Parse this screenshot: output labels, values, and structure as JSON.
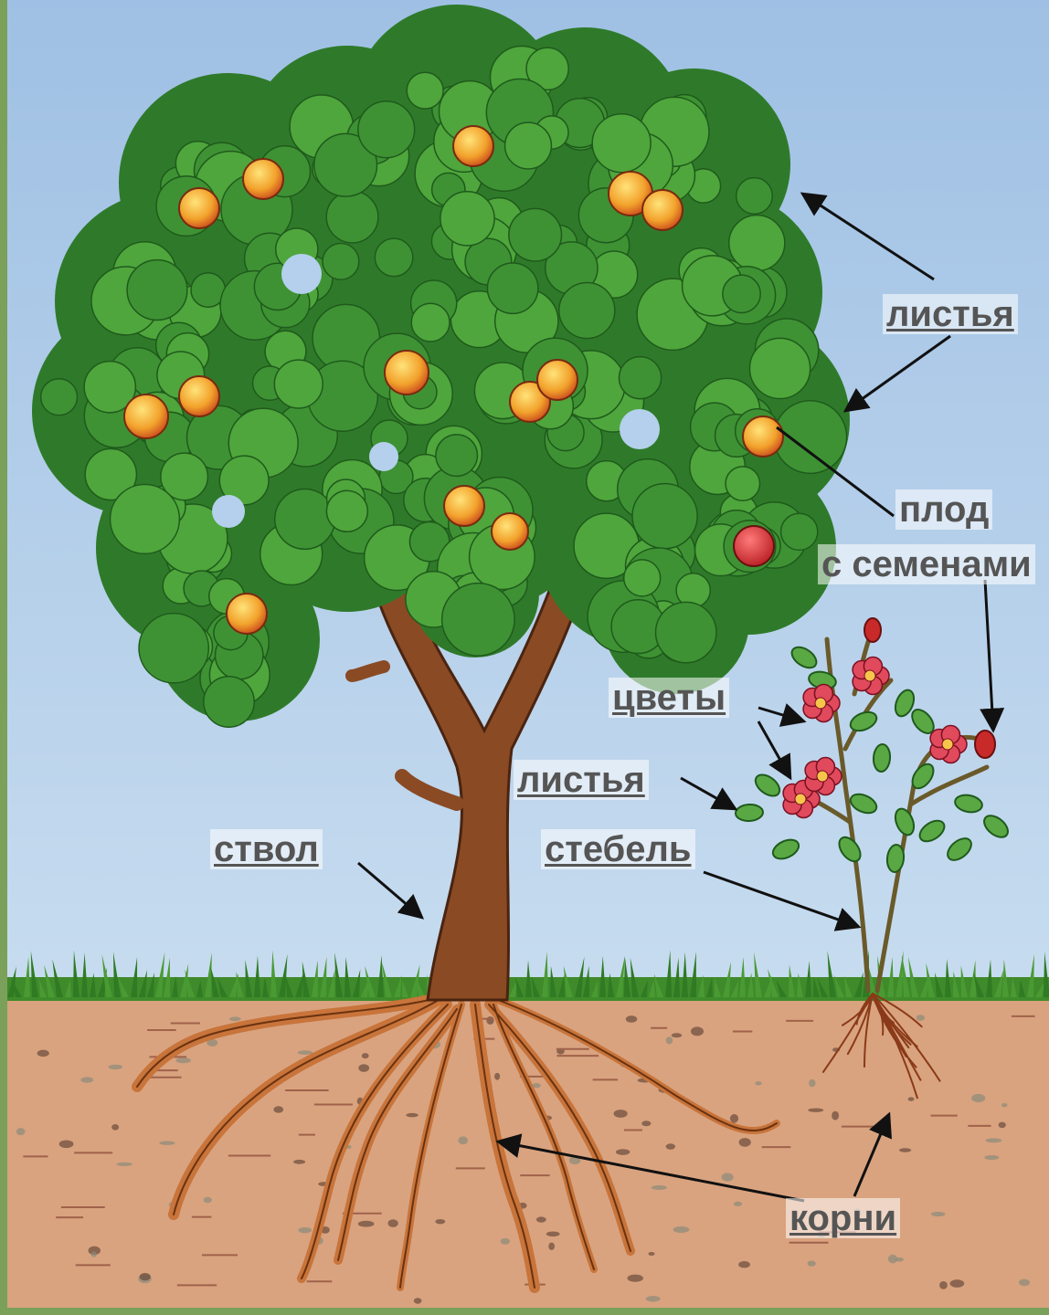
{
  "labels": {
    "leaves_tree": "листья",
    "fruit_line1": "плод",
    "fruit_line2": "с семенами",
    "flowers": "цветы",
    "leaves_rose": "листья",
    "trunk": "ствол",
    "stem": "стебель",
    "roots": "корни"
  },
  "colors": {
    "sky": "#a9c8e8",
    "soil": "#d6a07c",
    "grass": "#3f8a2a",
    "foliage": "#3c8f34",
    "foliage_light": "#5fb046",
    "bark": "#8a4a24",
    "root": "#c8743a",
    "apple": "#f0a030",
    "rose_flower": "#d8324a",
    "label_text": "#555555",
    "border": "#7aa05a"
  },
  "icons": {
    "tree": "apple-tree-illustration",
    "rose": "rose-bush-illustration"
  }
}
